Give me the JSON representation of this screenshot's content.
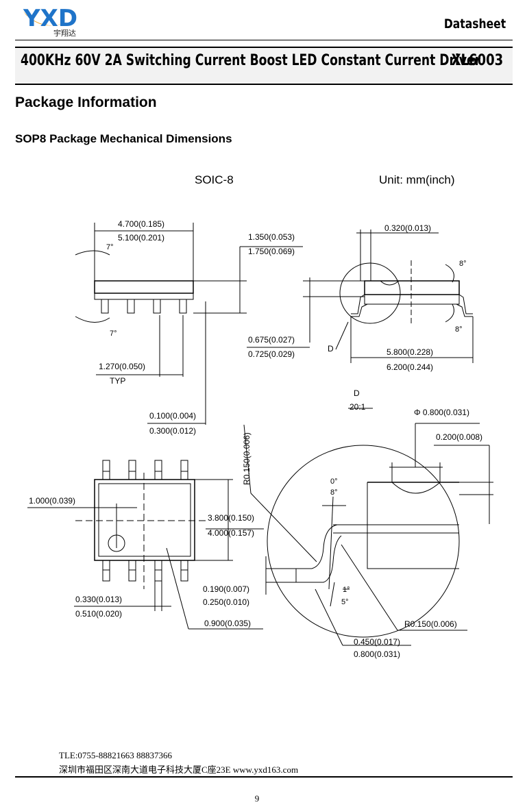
{
  "header": {
    "logo_text": "YXD",
    "logo_subtext": "宇翔达",
    "doc_type": "Datasheet",
    "title": "400KHz 60V 2A Switching Current Boost LED Constant Current Driver",
    "part_number": "XL6003",
    "brand_colors": {
      "logo_blue": "#1f74c9",
      "logo_orange": "#f0a020"
    }
  },
  "section_title": "Package Information",
  "subsection_title": "SOP8 Package Mechanical Dimensions",
  "drawing": {
    "package_name": "SOIC-8",
    "unit_label": "Unit: mm(inch)",
    "labels": {
      "body_len_min": "4.700(0.185)",
      "body_len_max": "5.100(0.201)",
      "angle_7_top": "7°",
      "angle_7_bot": "7°",
      "height_min": "1.350(0.053)",
      "height_max": "1.750(0.069)",
      "lead_w": "0.320(0.013)",
      "angle_8_a": "8°",
      "angle_8_b": "8°",
      "standoff_min": "0.675(0.027)",
      "standoff_max": "0.725(0.029)",
      "detail_ref": "D",
      "span_min": "5.800(0.228)",
      "span_max": "6.200(0.244)",
      "pitch": "1.270(0.050)",
      "pitch_typ": "TYP",
      "detail_title": "D",
      "detail_scale": "20:1",
      "pin1_dia": "Φ  0.800(0.031)",
      "ejector_depth": "0.200(0.008)",
      "clear_min": "0.100(0.004)",
      "clear_max": "0.300(0.012)",
      "radius_vert": "R0.150(0.006)",
      "pin1_offset": "1.000(0.039)",
      "angle_0": "0°",
      "angle_8_c": "8°",
      "width_min": "3.800(0.150)",
      "width_max": "4.000(0.157)",
      "thick_min": "0.190(0.007)",
      "thick_max": "0.250(0.010)",
      "angle_1": "1°",
      "angle_5": "5°",
      "pad_w_min": "0.330(0.013)",
      "pad_w_max": "0.510(0.020)",
      "radius_right": "R0.150(0.006)",
      "pin1_pos": "0.900(0.035)",
      "foot_min": "0.450(0.017)",
      "foot_max": "0.800(0.031)"
    }
  },
  "footer": {
    "tel": "TLE:0755-88821663  88837366",
    "address": "深圳市福田区深南大道电子科技大厦C座23E   www.yxd163.com",
    "page_number": "9"
  }
}
